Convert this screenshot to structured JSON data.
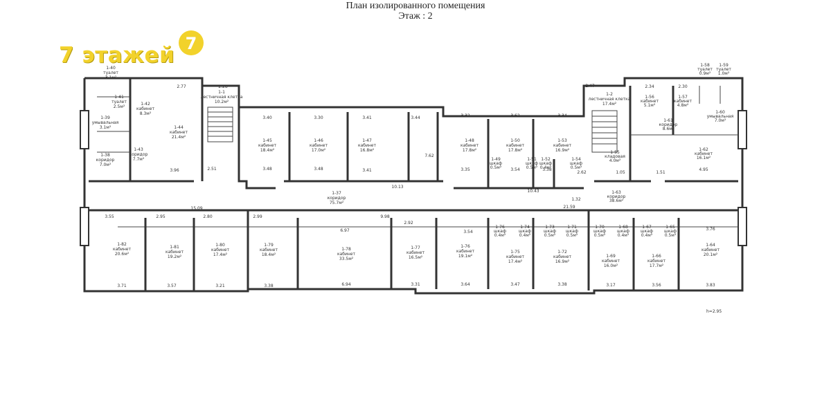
{
  "header": {
    "title": "План изолированного помещения",
    "floor": "Этаж : 2"
  },
  "brand": {
    "text": "7 этажей",
    "logo_char": "7",
    "color": "#f2d22b"
  },
  "scale_note": "h=2.95",
  "rooms": [
    {
      "id": "1-40",
      "name": "туалет",
      "area": "3.1м²"
    },
    {
      "id": "1-41",
      "name": "туалет",
      "area": "2.5м²"
    },
    {
      "id": "1-42",
      "name": "кабинет",
      "area": "8.3м²"
    },
    {
      "id": "1-1",
      "name": "лестничная клетка",
      "area": "10.2м²"
    },
    {
      "id": "1-39",
      "name": "умывальная",
      "area": "3.1м²"
    },
    {
      "id": "1-44",
      "name": "кабинет",
      "area": "21.4м²"
    },
    {
      "id": "1-38",
      "name": "коридор",
      "area": "7.0м²"
    },
    {
      "id": "1-43",
      "name": "коридор",
      "area": "7.7м²"
    },
    {
      "id": "1-45",
      "name": "кабинет",
      "area": "18.4м²"
    },
    {
      "id": "1-46",
      "name": "кабинет",
      "area": "17.0м²"
    },
    {
      "id": "1-47",
      "name": "кабинет",
      "area": "16.8м²"
    },
    {
      "id": "1-37",
      "name": "коридор",
      "area": "75.7м²"
    },
    {
      "id": "1-48",
      "name": "кабинет",
      "area": "17.8м²"
    },
    {
      "id": "1-49",
      "name": "шкаф",
      "area": "0.5м²"
    },
    {
      "id": "1-50",
      "name": "кабинет",
      "area": "17.8м²"
    },
    {
      "id": "1-51",
      "name": "шкаф",
      "area": "0.5м²"
    },
    {
      "id": "1-52",
      "name": "шкаф",
      "area": "0.4м²"
    },
    {
      "id": "1-53",
      "name": "кабинет",
      "area": "16.9м²"
    },
    {
      "id": "1-54",
      "name": "шкаф",
      "area": "0.5м²"
    },
    {
      "id": "1-2",
      "name": "лестничная клетка",
      "area": "17.4м²"
    },
    {
      "id": "1-55",
      "name": "кладовая",
      "area": "4.0м²"
    },
    {
      "id": "1-56",
      "name": "кабинет",
      "area": "5.1м²"
    },
    {
      "id": "1-57",
      "name": "кабинет",
      "area": "4.8м²"
    },
    {
      "id": "1-58",
      "name": "туалет",
      "area": "0.9м²"
    },
    {
      "id": "1-59",
      "name": "туалет",
      "area": "1.0м²"
    },
    {
      "id": "1-60",
      "name": "умывальная",
      "area": "7.0м²"
    },
    {
      "id": "1-61",
      "name": "коридор",
      "area": "8.6м²"
    },
    {
      "id": "1-62",
      "name": "кабинет",
      "area": "16.1м²"
    },
    {
      "id": "1-63",
      "name": "коридор",
      "area": "38.6м²"
    },
    {
      "id": "1-82",
      "name": "кабинет",
      "area": "20.6м²"
    },
    {
      "id": "1-81",
      "name": "кабинет",
      "area": "19.2м²"
    },
    {
      "id": "1-80",
      "name": "кабинет",
      "area": "17.4м²"
    },
    {
      "id": "1-79",
      "name": "кабинет",
      "area": "18.4м²"
    },
    {
      "id": "1-78",
      "name": "кабинет",
      "area": "33.5м²"
    },
    {
      "id": "1-77",
      "name": "кабинет",
      "area": "16.5м²"
    },
    {
      "id": "1-76",
      "name": "кабинет",
      "area": "19.1м²"
    },
    {
      "id": "1-76",
      "name": "шкаф",
      "area": "0.4м²"
    },
    {
      "id": "1-74",
      "name": "шкаф",
      "area": "0.4м²"
    },
    {
      "id": "1-73",
      "name": "шкаф",
      "area": "0.5м²"
    },
    {
      "id": "1-71",
      "name": "шкаф",
      "area": "0.5м²"
    },
    {
      "id": "1-75",
      "name": "кабинет",
      "area": "17.4м²"
    },
    {
      "id": "1-72",
      "name": "кабинет",
      "area": "16.9м²"
    },
    {
      "id": "1-70",
      "name": "шкаф",
      "area": "0.5м²"
    },
    {
      "id": "1-68",
      "name": "шкаф",
      "area": "0.4м²"
    },
    {
      "id": "1-67",
      "name": "шкаф",
      "area": "0.4м²"
    },
    {
      "id": "1-65",
      "name": "шкаф",
      "area": "0.5м²"
    },
    {
      "id": "1-69",
      "name": "кабинет",
      "area": "16.0м²"
    },
    {
      "id": "1-66",
      "name": "кабинет",
      "area": "17.7м²"
    },
    {
      "id": "1-64",
      "name": "кабинет",
      "area": "20.1м²"
    }
  ],
  "dims": {
    "top_left": "2.77",
    "stair1": "2.28",
    "d340": "3.40",
    "d330": "3.30",
    "d341": "3.41",
    "d344": "3.44",
    "d332": "3.32",
    "d362": "3.62",
    "d334": "3.34",
    "d247": "2.47",
    "d234": "2.34",
    "d230": "2.30",
    "d396": "3.96",
    "d251": "2.51",
    "d348": "3.48",
    "d1013": "10.13",
    "d335": "3.35",
    "d354": "3.54",
    "d338": "3.38",
    "d262": "2.62",
    "d105": "1.05",
    "d151": "1.51",
    "d495": "4.95",
    "d355": "3.55",
    "d1509": "15.09",
    "d295": "2.95",
    "d280": "2.80",
    "d299": "2.99",
    "d998": "9.98",
    "d697": "6.97",
    "d292": "2.92",
    "d2159": "21.59",
    "d132": "1.32",
    "d371": "3.71",
    "d357": "3.57",
    "d321": "3.21",
    "d694": "6.94",
    "d331": "3.31",
    "d364": "3.64",
    "d347": "3.47",
    "d317": "3.17",
    "d356": "3.56",
    "d383": "3.83",
    "d376": "3.76",
    "d1043": "10.43",
    "d762": "7.62"
  }
}
